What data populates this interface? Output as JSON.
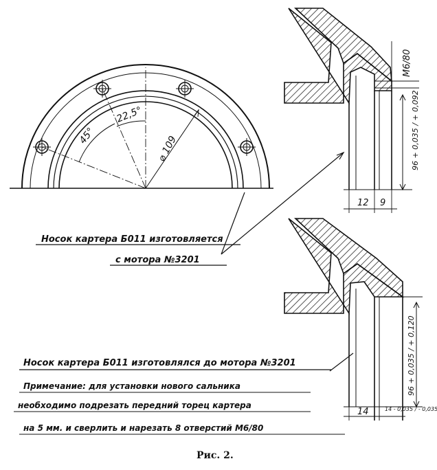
{
  "labels": {
    "angle_45": "45°",
    "angle_22_5": "22,5°",
    "diameter_109": "⌀ 109",
    "thread_top": "M6/80",
    "dim_top_fit": "96 + 0,035 / + 0,092",
    "dim_12": "12",
    "dim_9": "9",
    "dim_bottom_fit": "96 + 0,035 / + 0,120",
    "dim_14a": "14",
    "dim_14b": "14 - 0,035 / - 0,035",
    "note_upper_1": "Носок картера Б011 изготовляется",
    "note_upper_2": "с мотора №3201",
    "note_lower": "Носок картера Б011 изготовлялся до мотора №3201",
    "remark_1": "Примечание:   для установки нового сальника",
    "remark_2": "необходимо подрезать передний торец картера",
    "remark_3": "на 5 мм. и сверлить и нарезать 8 отверстий М6/80",
    "caption": "Рис. 2."
  }
}
